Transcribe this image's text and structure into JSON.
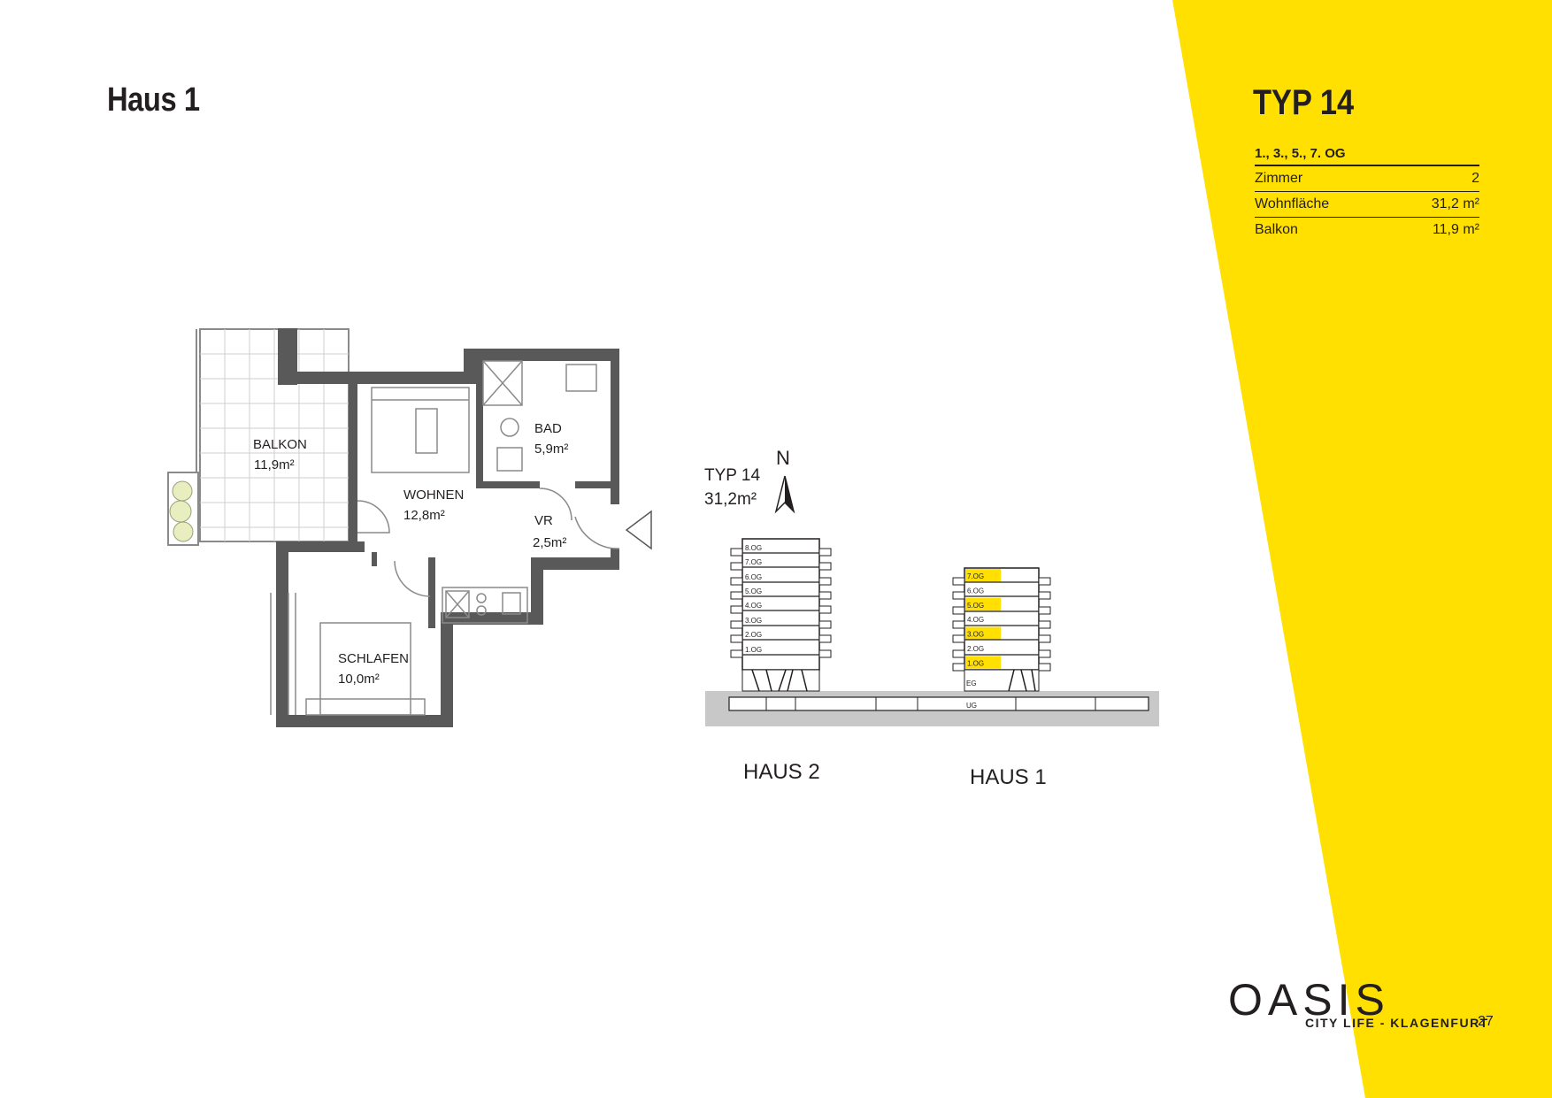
{
  "colors": {
    "accent": "#ffe000",
    "wall": "#595959",
    "text": "#231f20"
  },
  "header": {
    "haus": "Haus 1"
  },
  "unit": {
    "title": "TYP 14",
    "floors": "1., 3., 5., 7. OG",
    "rows": [
      {
        "label": "Zimmer",
        "value": "2"
      },
      {
        "label": "Wohnfläche",
        "value": "31,2 m²"
      },
      {
        "label": "Balkon",
        "value": "11,9 m²"
      }
    ]
  },
  "plan": {
    "rooms": [
      {
        "name": "BALKON",
        "area": "11,9m²"
      },
      {
        "name": "BAD",
        "area": "5,9m²"
      },
      {
        "name": "WOHNEN",
        "area": "12,8m²"
      },
      {
        "name": "VR",
        "area": "2,5m²"
      },
      {
        "name": "SCHLAFEN",
        "area": "10,0m²"
      }
    ]
  },
  "section": {
    "label_typ": "TYP 14",
    "label_area": "31,2m²",
    "north": "N",
    "haus2_floors": [
      "8.OG",
      "7.OG",
      "6.OG",
      "5.OG",
      "4.OG",
      "3.OG",
      "2.OG",
      "1.OG"
    ],
    "haus1_floors": [
      "7.OG",
      "6.OG",
      "5.OG",
      "4.OG",
      "3.OG",
      "2.OG",
      "1.OG"
    ],
    "haus1_highlight": [
      true,
      false,
      true,
      false,
      true,
      false,
      true
    ],
    "eg": "EG",
    "ug": "UG",
    "haus2_label": "HAUS 2",
    "haus1_label": "HAUS 1"
  },
  "footer": {
    "logo": "OASIS",
    "tagline": "CITY LIFE - KLAGENFURT",
    "page": "27"
  }
}
